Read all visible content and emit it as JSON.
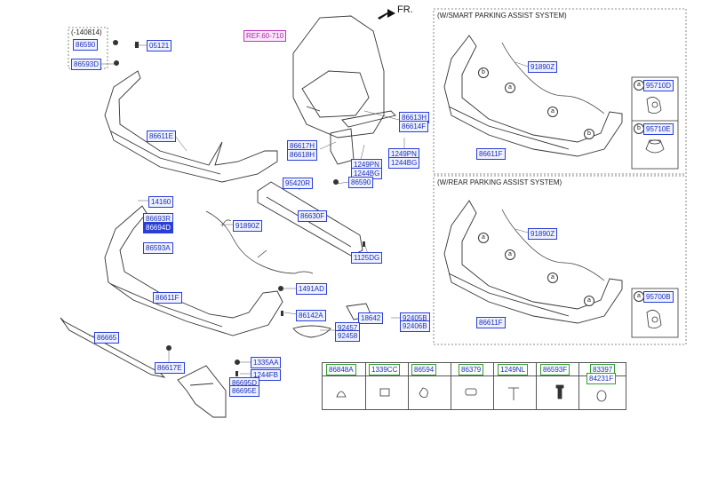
{
  "header": {
    "fr_label": "FR."
  },
  "note_code": "(-140814)",
  "ref_label": "REF.60-710",
  "panel_smart": {
    "title": "(W/SMART PARKING ASSIST SYSTEM)",
    "labels": [
      "91890Z",
      "86611F"
    ],
    "callouts": [
      {
        "letter": "a",
        "part": "95710D"
      },
      {
        "letter": "b",
        "part": "95710E"
      }
    ]
  },
  "panel_rear": {
    "title": "(W/REAR PARKING ASSIST SYSTEM)",
    "labels": [
      "91890Z",
      "86611F"
    ],
    "callouts": [
      {
        "letter": "a",
        "part": "95700B"
      }
    ]
  },
  "parts": [
    "86590",
    "05121",
    "86593D",
    "86611E",
    "86617H",
    "86618H",
    "86613H",
    "86614F",
    "1249PN",
    "1244BG",
    "1249PN",
    "1244BG",
    "95420R",
    "86590",
    "14160",
    "86693R",
    "86694D",
    "86593A",
    "91890Z",
    "86630F",
    "1125DG",
    "86611F",
    "1491AD",
    "86142A",
    "18642",
    "92405B",
    "92406B",
    "92457",
    "92458",
    "86665",
    "86617E",
    "1335AA",
    "1244FB",
    "86695D",
    "86695E"
  ],
  "table": {
    "headers": [
      "86848A",
      "1339CC",
      "86594",
      "86379",
      "1249NL",
      "86593F",
      "83397",
      "84231F"
    ]
  },
  "colors": {
    "label_border": "#2b3fd6",
    "ref_color": "#c035c0",
    "table_border": "#2e9e2e"
  }
}
